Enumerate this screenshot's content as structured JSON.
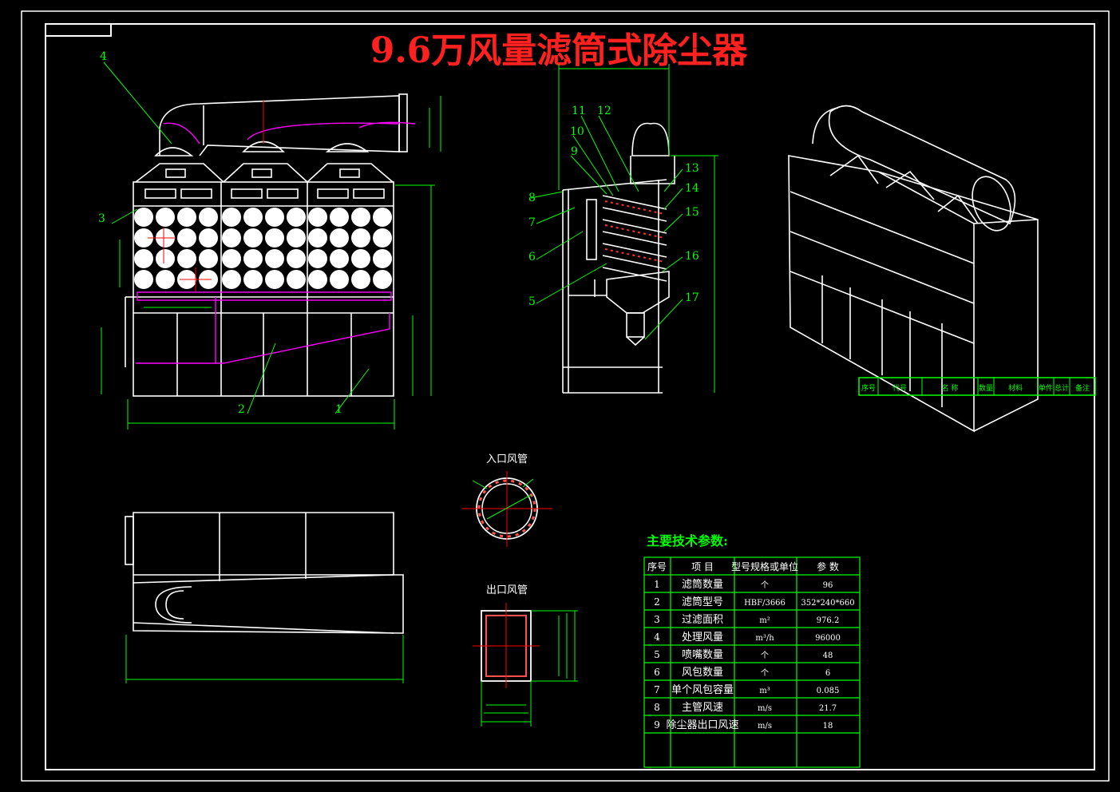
{
  "title": "9.6万风量滤筒式除尘器",
  "colors": {
    "title": "#ff2020",
    "line": "#ffffff",
    "dim": "#00ff00",
    "accent": "#ff00ff",
    "center": "#ff0000",
    "bg": "#000000"
  },
  "callouts_front": [
    {
      "id": "cf1",
      "text": "1"
    },
    {
      "id": "cf2",
      "text": "2"
    },
    {
      "id": "cf3",
      "text": "3"
    },
    {
      "id": "cf4",
      "text": "4"
    }
  ],
  "callouts_side": [
    {
      "id": "cs5",
      "text": "5"
    },
    {
      "id": "cs6",
      "text": "6"
    },
    {
      "id": "cs7",
      "text": "7"
    },
    {
      "id": "cs8",
      "text": "8"
    },
    {
      "id": "cs9",
      "text": "9"
    },
    {
      "id": "cs10",
      "text": "10"
    },
    {
      "id": "cs11",
      "text": "11"
    },
    {
      "id": "cs12",
      "text": "12"
    },
    {
      "id": "cs13",
      "text": "13"
    },
    {
      "id": "cs14",
      "text": "14"
    },
    {
      "id": "cs15",
      "text": "15"
    },
    {
      "id": "cs16",
      "text": "16"
    },
    {
      "id": "cs17",
      "text": "17"
    }
  ],
  "inlet_title": "入口风管",
  "outlet_title": "出口风管",
  "params_title": "主要技术参数:",
  "params_headers": [
    "序号",
    "项 目",
    "型号规格或单位",
    "参 数"
  ],
  "params_rows": [
    [
      "1",
      "滤筒数量",
      "个",
      "96"
    ],
    [
      "2",
      "滤筒型号",
      "HBF/3666",
      "352*240*660"
    ],
    [
      "3",
      "过滤面积",
      "m²",
      "976.2"
    ],
    [
      "4",
      "处理风量",
      "m³/h",
      "96000"
    ],
    [
      "5",
      "喷嘴数量",
      "个",
      "48"
    ],
    [
      "6",
      "风包数量",
      "个",
      "6"
    ],
    [
      "7",
      "单个风包容量",
      "m³",
      "0.085"
    ],
    [
      "8",
      "主管风速",
      "m/s",
      "21.7"
    ],
    [
      "9",
      "除尘器出口风速",
      "m/s",
      "18"
    ]
  ],
  "bom_headers": [
    "序号",
    "代号",
    "名 称",
    "数量",
    "材料",
    "单件",
    "总计",
    "备注"
  ]
}
